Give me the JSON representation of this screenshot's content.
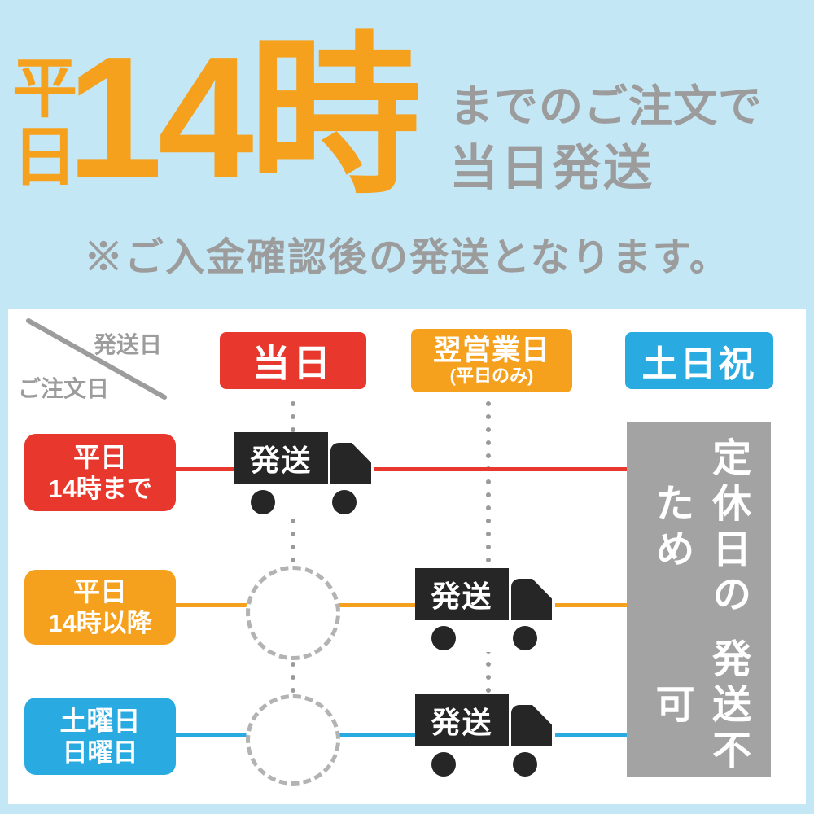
{
  "colors": {
    "background": "#c4e7f6",
    "accent_orange": "#f5a11d",
    "red": "#e8382d",
    "blue": "#29abe2",
    "gray_text": "#9c9c9c",
    "closed_gray": "#a3a3a3",
    "truck_black": "#262626"
  },
  "hero": {
    "weekday_vertical": "平日",
    "time": "14時",
    "line1": "までのご注文で",
    "line2": "当日発送"
  },
  "note": "※ご入金確認後の発送となります。",
  "table": {
    "corner": {
      "top_label": "発送日",
      "bottom_label": "ご注文日"
    },
    "columns": [
      {
        "label": "当日",
        "color": "#e8382d"
      },
      {
        "label": "翌営業日",
        "sub": "(平日のみ)",
        "color": "#f5a11d"
      },
      {
        "label": "土日祝",
        "color": "#29abe2"
      }
    ],
    "rows": [
      {
        "label_line1": "平日",
        "label_line2": "14時まで",
        "color": "#e8382d",
        "ship_column": "当日"
      },
      {
        "label_line1": "平日",
        "label_line2": "14時以降",
        "color": "#f5a11d",
        "ship_column": "翌営業日"
      },
      {
        "label_line1": "土曜日",
        "label_line2": "日曜日",
        "color": "#29abe2",
        "ship_column": "翌営業日"
      }
    ],
    "ship_label": "発送",
    "closed_box": {
      "line1": "定休日のため",
      "line2": "発送不可"
    }
  }
}
